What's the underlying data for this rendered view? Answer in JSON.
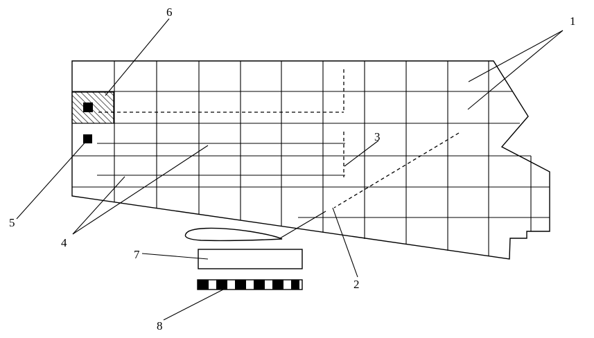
{
  "labels": {
    "one": "1",
    "two": "2",
    "three": "3",
    "four": "4",
    "five": "5",
    "six": "6",
    "seven": "7",
    "eight": "8"
  }
}
